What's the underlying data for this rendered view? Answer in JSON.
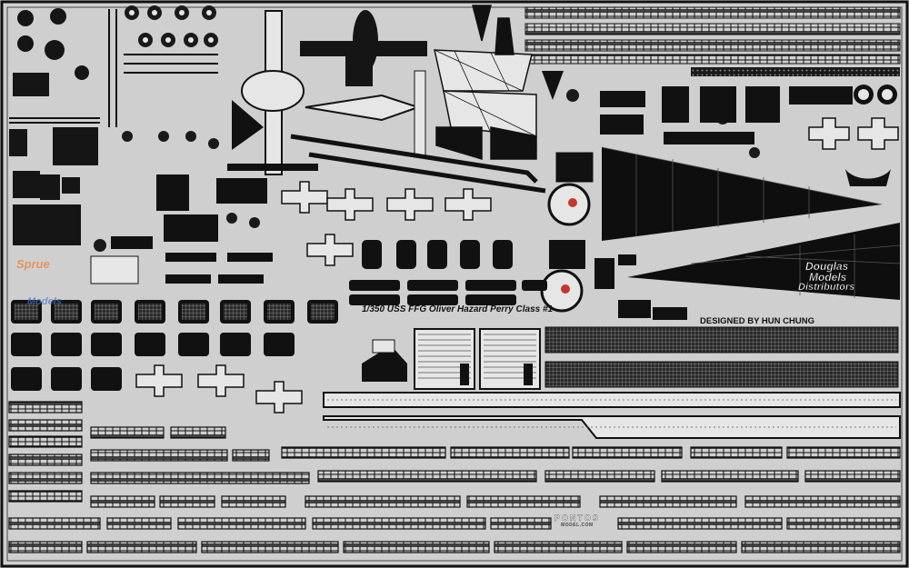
{
  "sheet": {
    "title": "1/350 USS FFG Oliver Hazard Perry Class #1",
    "designer": "DESIGNED BY HUN CHUNG",
    "brand_lines": [
      "Douglas",
      "Models",
      "Distributors"
    ],
    "maker_mark": "PONTOS",
    "maker_url": "MODEL.COM",
    "watermark_top": "Sprue",
    "watermark_bottom": "Models",
    "colors": {
      "fret": "#cfcfcf",
      "etched_dark": "#141414",
      "part_light": "#e6e6e6",
      "accent_red": "#c0392b"
    }
  }
}
